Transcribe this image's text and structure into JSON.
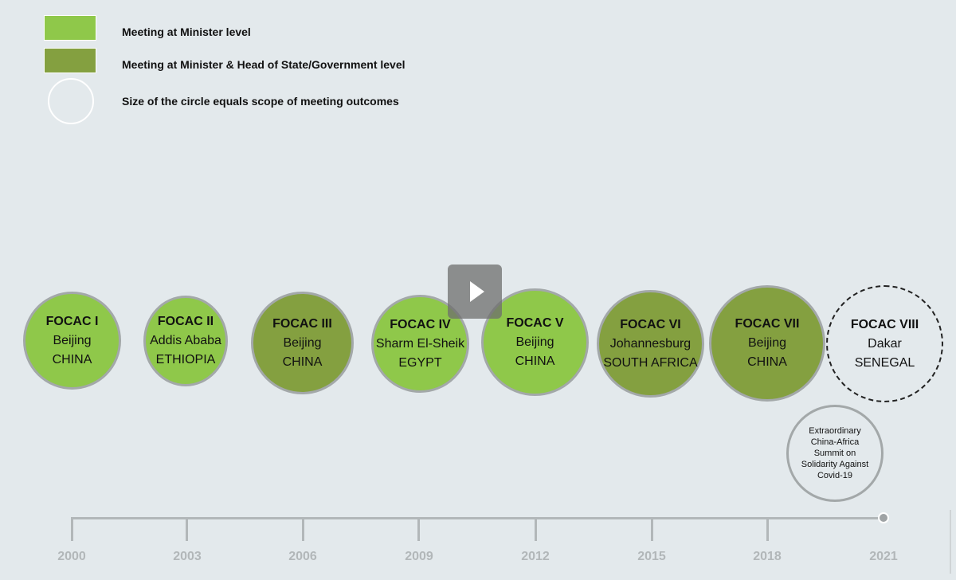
{
  "colors": {
    "minister": "#8fc84a",
    "head_of_state": "#84a040",
    "background": "#e3e9ec",
    "circle_border": "#a3a8a9"
  },
  "legend": {
    "minister_label": "Meeting at Minister level",
    "head_of_state_label": "Meeting at Minister & Head of State/Government level",
    "size_label": "Size of the circle equals scope of meeting outcomes"
  },
  "meetings": [
    {
      "name": "FOCAC I",
      "city": "Beijing",
      "country": "CHINA",
      "level": "minister",
      "year": "2000"
    },
    {
      "name": "FOCAC II",
      "city": "Addis Ababa",
      "country": "ETHIOPIA",
      "level": "minister",
      "year": "2003"
    },
    {
      "name": "FOCAC III",
      "city": "Beijing",
      "country": "CHINA",
      "level": "head_of_state",
      "year": "2006"
    },
    {
      "name": "FOCAC IV",
      "city": "Sharm El-Sheik",
      "country": "EGYPT",
      "level": "minister",
      "year": "2009"
    },
    {
      "name": "FOCAC V",
      "city": "Beijing",
      "country": "CHINA",
      "level": "minister",
      "year": "2012"
    },
    {
      "name": "FOCAC VI",
      "city": "Johannesburg",
      "country": "SOUTH AFRICA",
      "level": "head_of_state",
      "year": "2015"
    },
    {
      "name": "FOCAC VII",
      "city": "Beijing",
      "country": "CHINA",
      "level": "head_of_state",
      "year": "2018"
    },
    {
      "name": "FOCAC VIII",
      "city": "Dakar",
      "country": "SENEGAL",
      "level": "future",
      "year": "2021"
    }
  ],
  "extraordinary": {
    "text": "Extraordinary China-Africa Summit on Solidarity Against Covid-19"
  },
  "timeline": {
    "years": [
      "2000",
      "2003",
      "2006",
      "2009",
      "2012",
      "2015",
      "2018",
      "2021"
    ]
  },
  "player": {
    "icon": "play-icon"
  }
}
